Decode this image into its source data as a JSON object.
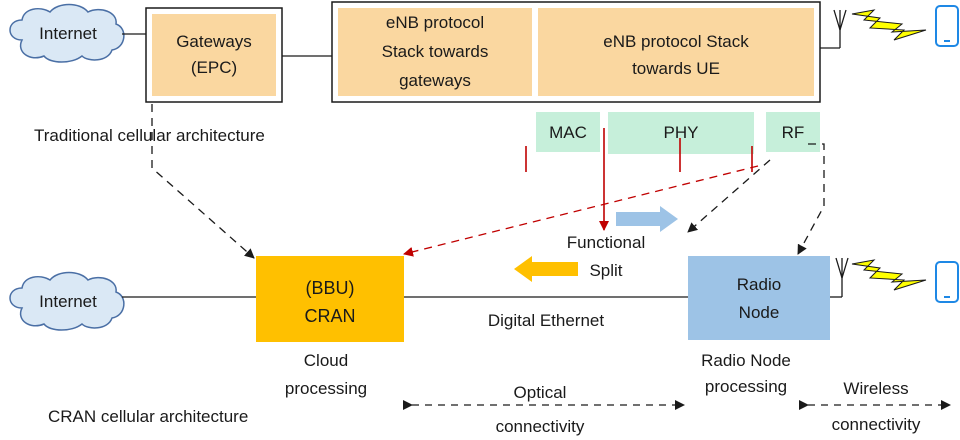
{
  "top": {
    "internet": "Internet",
    "gateways": [
      "Gateways",
      "(EPC)"
    ],
    "enb_gw": [
      "eNB protocol",
      "Stack towards",
      "gateways"
    ],
    "enb_ue": [
      "eNB protocol Stack",
      "towards UE"
    ],
    "caption": "Traditional cellular architecture"
  },
  "layers": {
    "mac": "MAC",
    "phy": "PHY",
    "rf": "RF"
  },
  "split": [
    "Functional",
    "Split"
  ],
  "bottom": {
    "internet": "Internet",
    "cran": [
      "(BBU)",
      "CRAN"
    ],
    "ethernet": "Digital Ethernet",
    "radio_node": [
      "Radio",
      "Node"
    ],
    "cloud_processing": [
      "Cloud",
      "processing"
    ],
    "radio_processing": [
      "Radio Node",
      "processing"
    ],
    "optical": [
      "Optical",
      "connectivity"
    ],
    "wireless": [
      "Wireless",
      "connectivity"
    ],
    "caption": "CRAN cellular architecture"
  },
  "colors": {
    "box_fill": "#fad7a0",
    "layer_fill": "#c6efda",
    "cran_fill": "#ffc000",
    "radio_fill": "#9dc3e6",
    "cloud_fill": "#dae8f5",
    "cloud_stroke": "#4a6fa5",
    "split_red": "#c00000",
    "arrow_blue": "#9dc3e6",
    "arrow_orange": "#ffc000",
    "bolt": "#ffff00",
    "phone": "#1e88e5"
  }
}
